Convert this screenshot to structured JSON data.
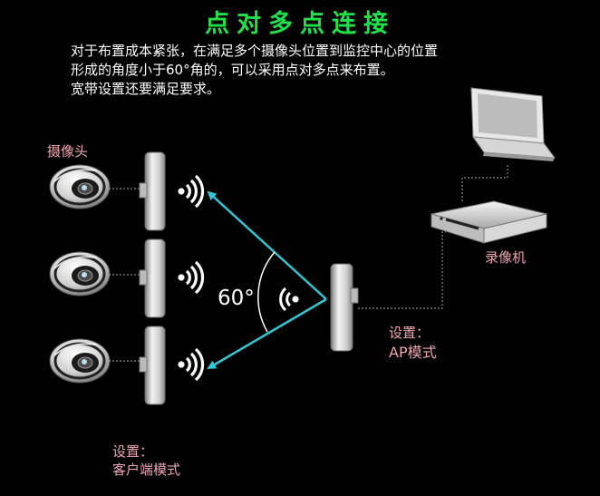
{
  "title": "点对多点连接",
  "description": [
    "对于布置成本紧张，在满足多个摄像头位置到监控中心的位置",
    "形成的角度小于60°角的，可以采用点对多点来布置。",
    "宽带设置还要满足要求。"
  ],
  "labels": {
    "camera": "摄像头",
    "recorder": "录像机",
    "ap_setting_line1": "设置：",
    "ap_setting_line2": "AP模式",
    "client_setting_line1": "设置：",
    "client_setting_line2": "客户端模式",
    "angle": "60°"
  },
  "colors": {
    "title": "#21e04a",
    "label": "#f0a5b2",
    "arrow": "#33c6d6",
    "text": "#ffffff",
    "background": "#000000"
  },
  "icons": [
    "dome-camera-icon",
    "cpe-bridge-icon",
    "wifi-signal-icon",
    "laptop-icon",
    "nvr-recorder-icon"
  ]
}
